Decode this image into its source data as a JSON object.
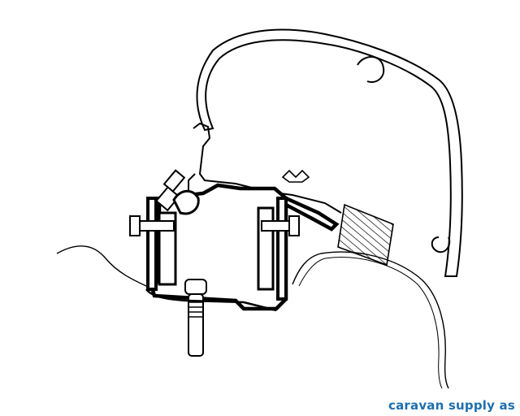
{
  "watermark": {
    "text": "caravan supply as",
    "color": "#1e6fae"
  },
  "colors": {
    "line": "#000000",
    "paper": "#ffffff",
    "hatch_fill": "#ffffff"
  },
  "icons": [
    "awning-profile",
    "adapter-bracket",
    "roof-contour",
    "mounting-bolt",
    "hatched-spacer"
  ]
}
